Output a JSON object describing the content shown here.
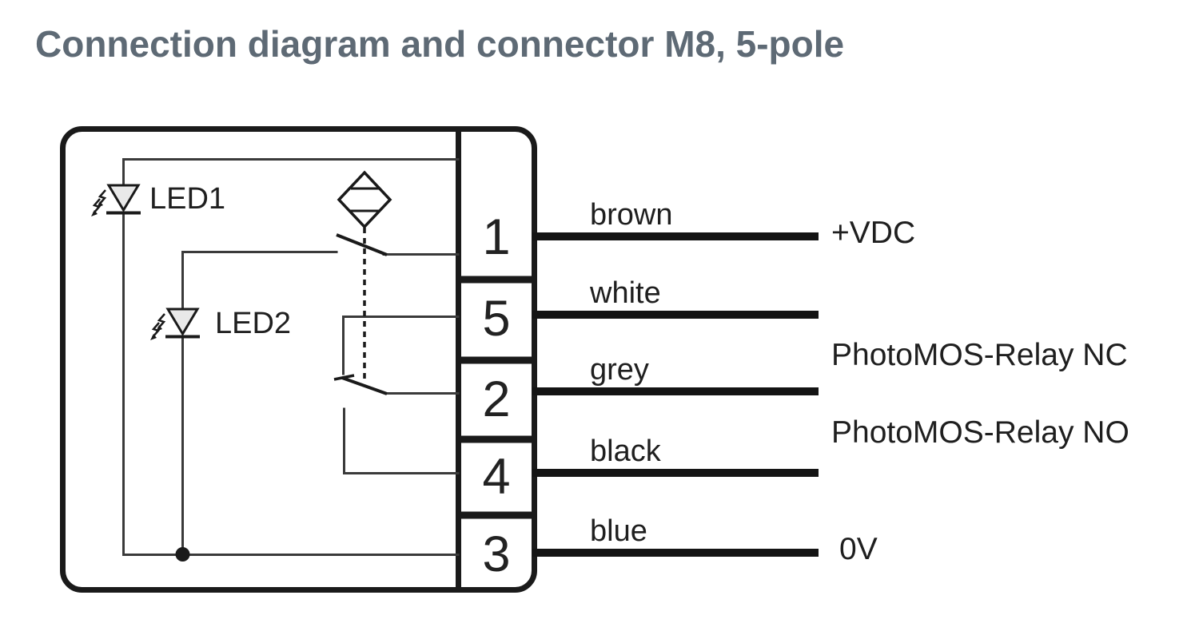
{
  "title": "Connection diagram and connector M8, 5-pole",
  "colors": {
    "title_text": "#5e6a75",
    "diagram_line": "#1a1a1a",
    "inner_wire": "#3a3a3a",
    "label_text": "#1f1f1f",
    "led_fill": "#e9e9e9",
    "background": "#ffffff"
  },
  "diagram": {
    "led1_label": "LED1",
    "led2_label": "LED2",
    "connector_pins": [
      {
        "number": "1",
        "wire_color": "brown"
      },
      {
        "number": "5",
        "wire_color": "white"
      },
      {
        "number": "2",
        "wire_color": "grey"
      },
      {
        "number": "4",
        "wire_color": "black"
      },
      {
        "number": "3",
        "wire_color": "blue"
      }
    ],
    "signal_labels": [
      "+VDC",
      "PhotoMOS-Relay NC",
      "PhotoMOS-Relay NO",
      "0V"
    ]
  }
}
